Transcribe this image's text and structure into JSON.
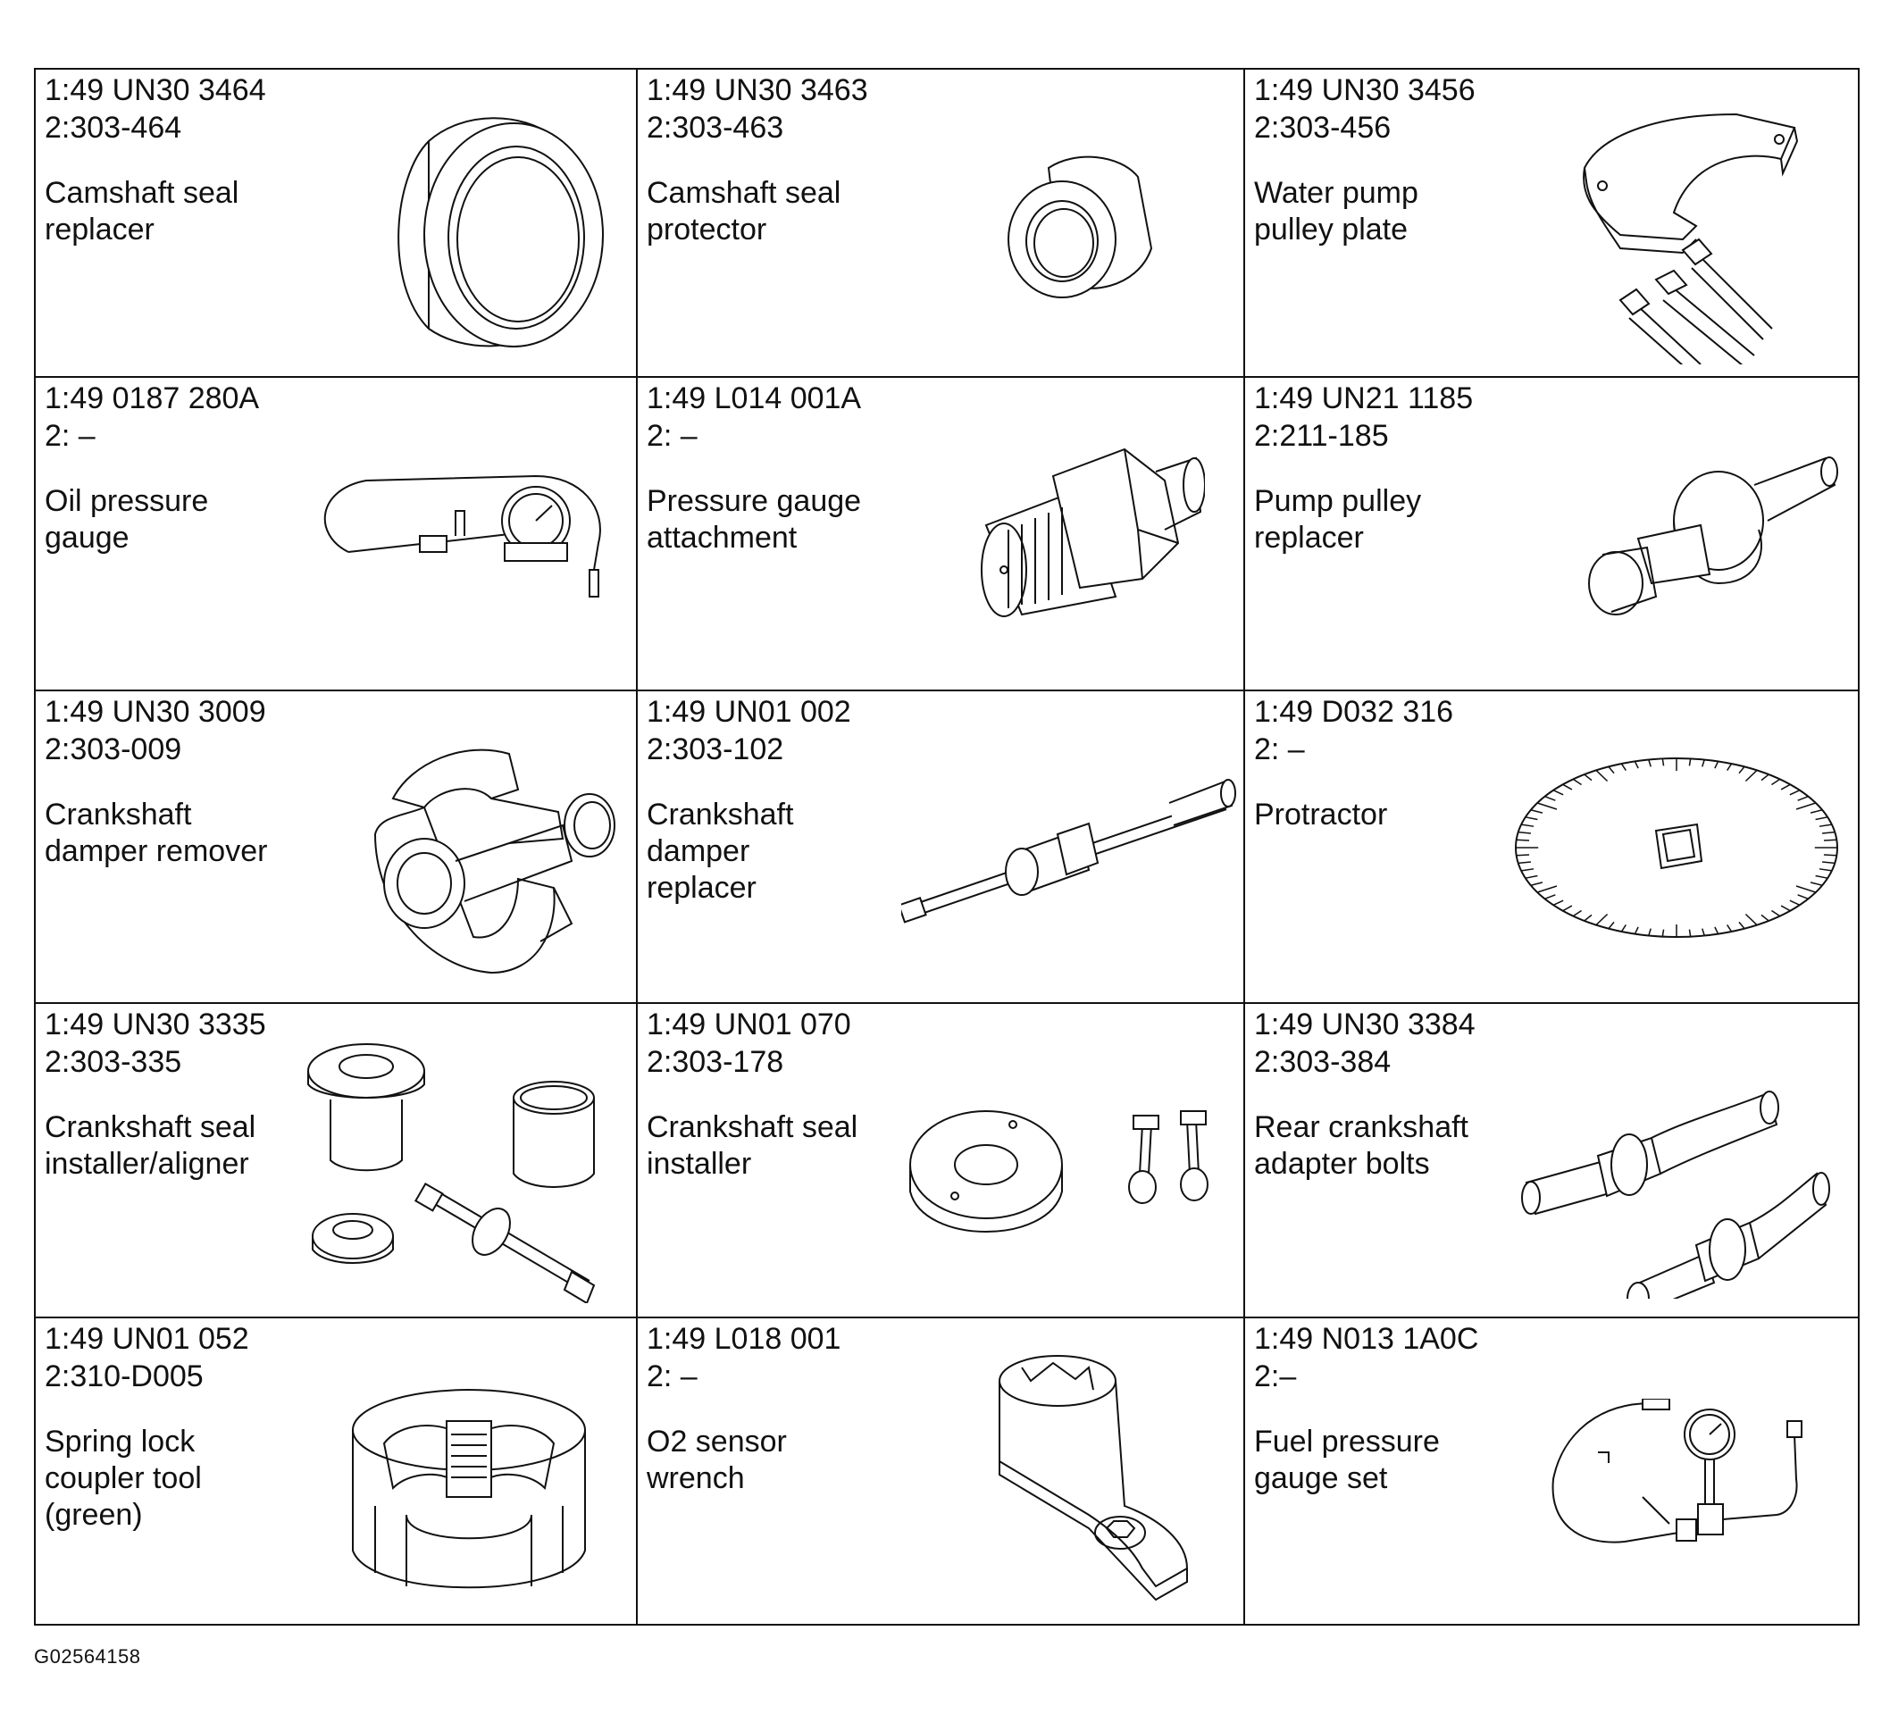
{
  "tools": [
    {
      "part_1": "1:49 UN30 3464",
      "part_2": "2:303-464",
      "name_lines": [
        "Camshaft seal",
        "replacer"
      ],
      "figure": "camshaft-seal-replacer"
    },
    {
      "part_1": "1:49 UN30 3463",
      "part_2": "2:303-463",
      "name_lines": [
        "Camshaft seal",
        "protector"
      ],
      "figure": "camshaft-seal-protector"
    },
    {
      "part_1": "1:49 UN30 3456",
      "part_2": "2:303-456",
      "name_lines": [
        "Water pump",
        "pulley plate"
      ],
      "figure": "water-pump-pulley-plate"
    },
    {
      "part_1": "1:49 0187 280A",
      "part_2": "2: –",
      "name_lines": [
        "Oil pressure",
        "gauge"
      ],
      "figure": "oil-pressure-gauge"
    },
    {
      "part_1": "1:49 L014 001A",
      "part_2": "2: –",
      "name_lines": [
        "Pressure gauge",
        "attachment"
      ],
      "figure": "pressure-gauge-attachment"
    },
    {
      "part_1": "1:49 UN21 1185",
      "part_2": "2:211-185",
      "name_lines": [
        "Pump pulley",
        "replacer"
      ],
      "figure": "pump-pulley-replacer"
    },
    {
      "part_1": "1:49 UN30 3009",
      "part_2": "2:303-009",
      "name_lines": [
        "Crankshaft",
        "damper remover"
      ],
      "figure": "crankshaft-damper-remover"
    },
    {
      "part_1": "1:49 UN01 002",
      "part_2": "2:303-102",
      "name_lines": [
        "Crankshaft",
        "damper",
        "replacer"
      ],
      "figure": "crankshaft-damper-replacer"
    },
    {
      "part_1": "1:49 D032 316",
      "part_2": "2: –",
      "name_lines": [
        "Protractor"
      ],
      "figure": "protractor"
    },
    {
      "part_1": "1:49 UN30 3335",
      "part_2": "2:303-335",
      "name_lines": [
        "Crankshaft seal",
        "installer/aligner"
      ],
      "figure": "crankshaft-seal-installer-aligner"
    },
    {
      "part_1": "1:49 UN01 070",
      "part_2": "2:303-178",
      "name_lines": [
        "Crankshaft seal",
        "installer"
      ],
      "figure": "crankshaft-seal-installer"
    },
    {
      "part_1": "1:49 UN30 3384",
      "part_2": "2:303-384",
      "name_lines": [
        "Rear crankshaft",
        "adapter bolts"
      ],
      "figure": "rear-crankshaft-adapter-bolts"
    },
    {
      "part_1": "1:49 UN01 052",
      "part_2": "2:310-D005",
      "name_lines": [
        "Spring lock",
        "coupler tool",
        "(green)"
      ],
      "figure": "spring-lock-coupler-tool"
    },
    {
      "part_1": "1:49 L018 001",
      "part_2": "2: –",
      "name_lines": [
        "O2 sensor",
        "wrench"
      ],
      "figure": "o2-sensor-wrench"
    },
    {
      "part_1": "1:49 N013 1A0C",
      "part_2": "2:–",
      "name_lines": [
        "Fuel pressure",
        "gauge set"
      ],
      "figure": "fuel-pressure-gauge-set"
    }
  ],
  "figure_id": "G02564158"
}
